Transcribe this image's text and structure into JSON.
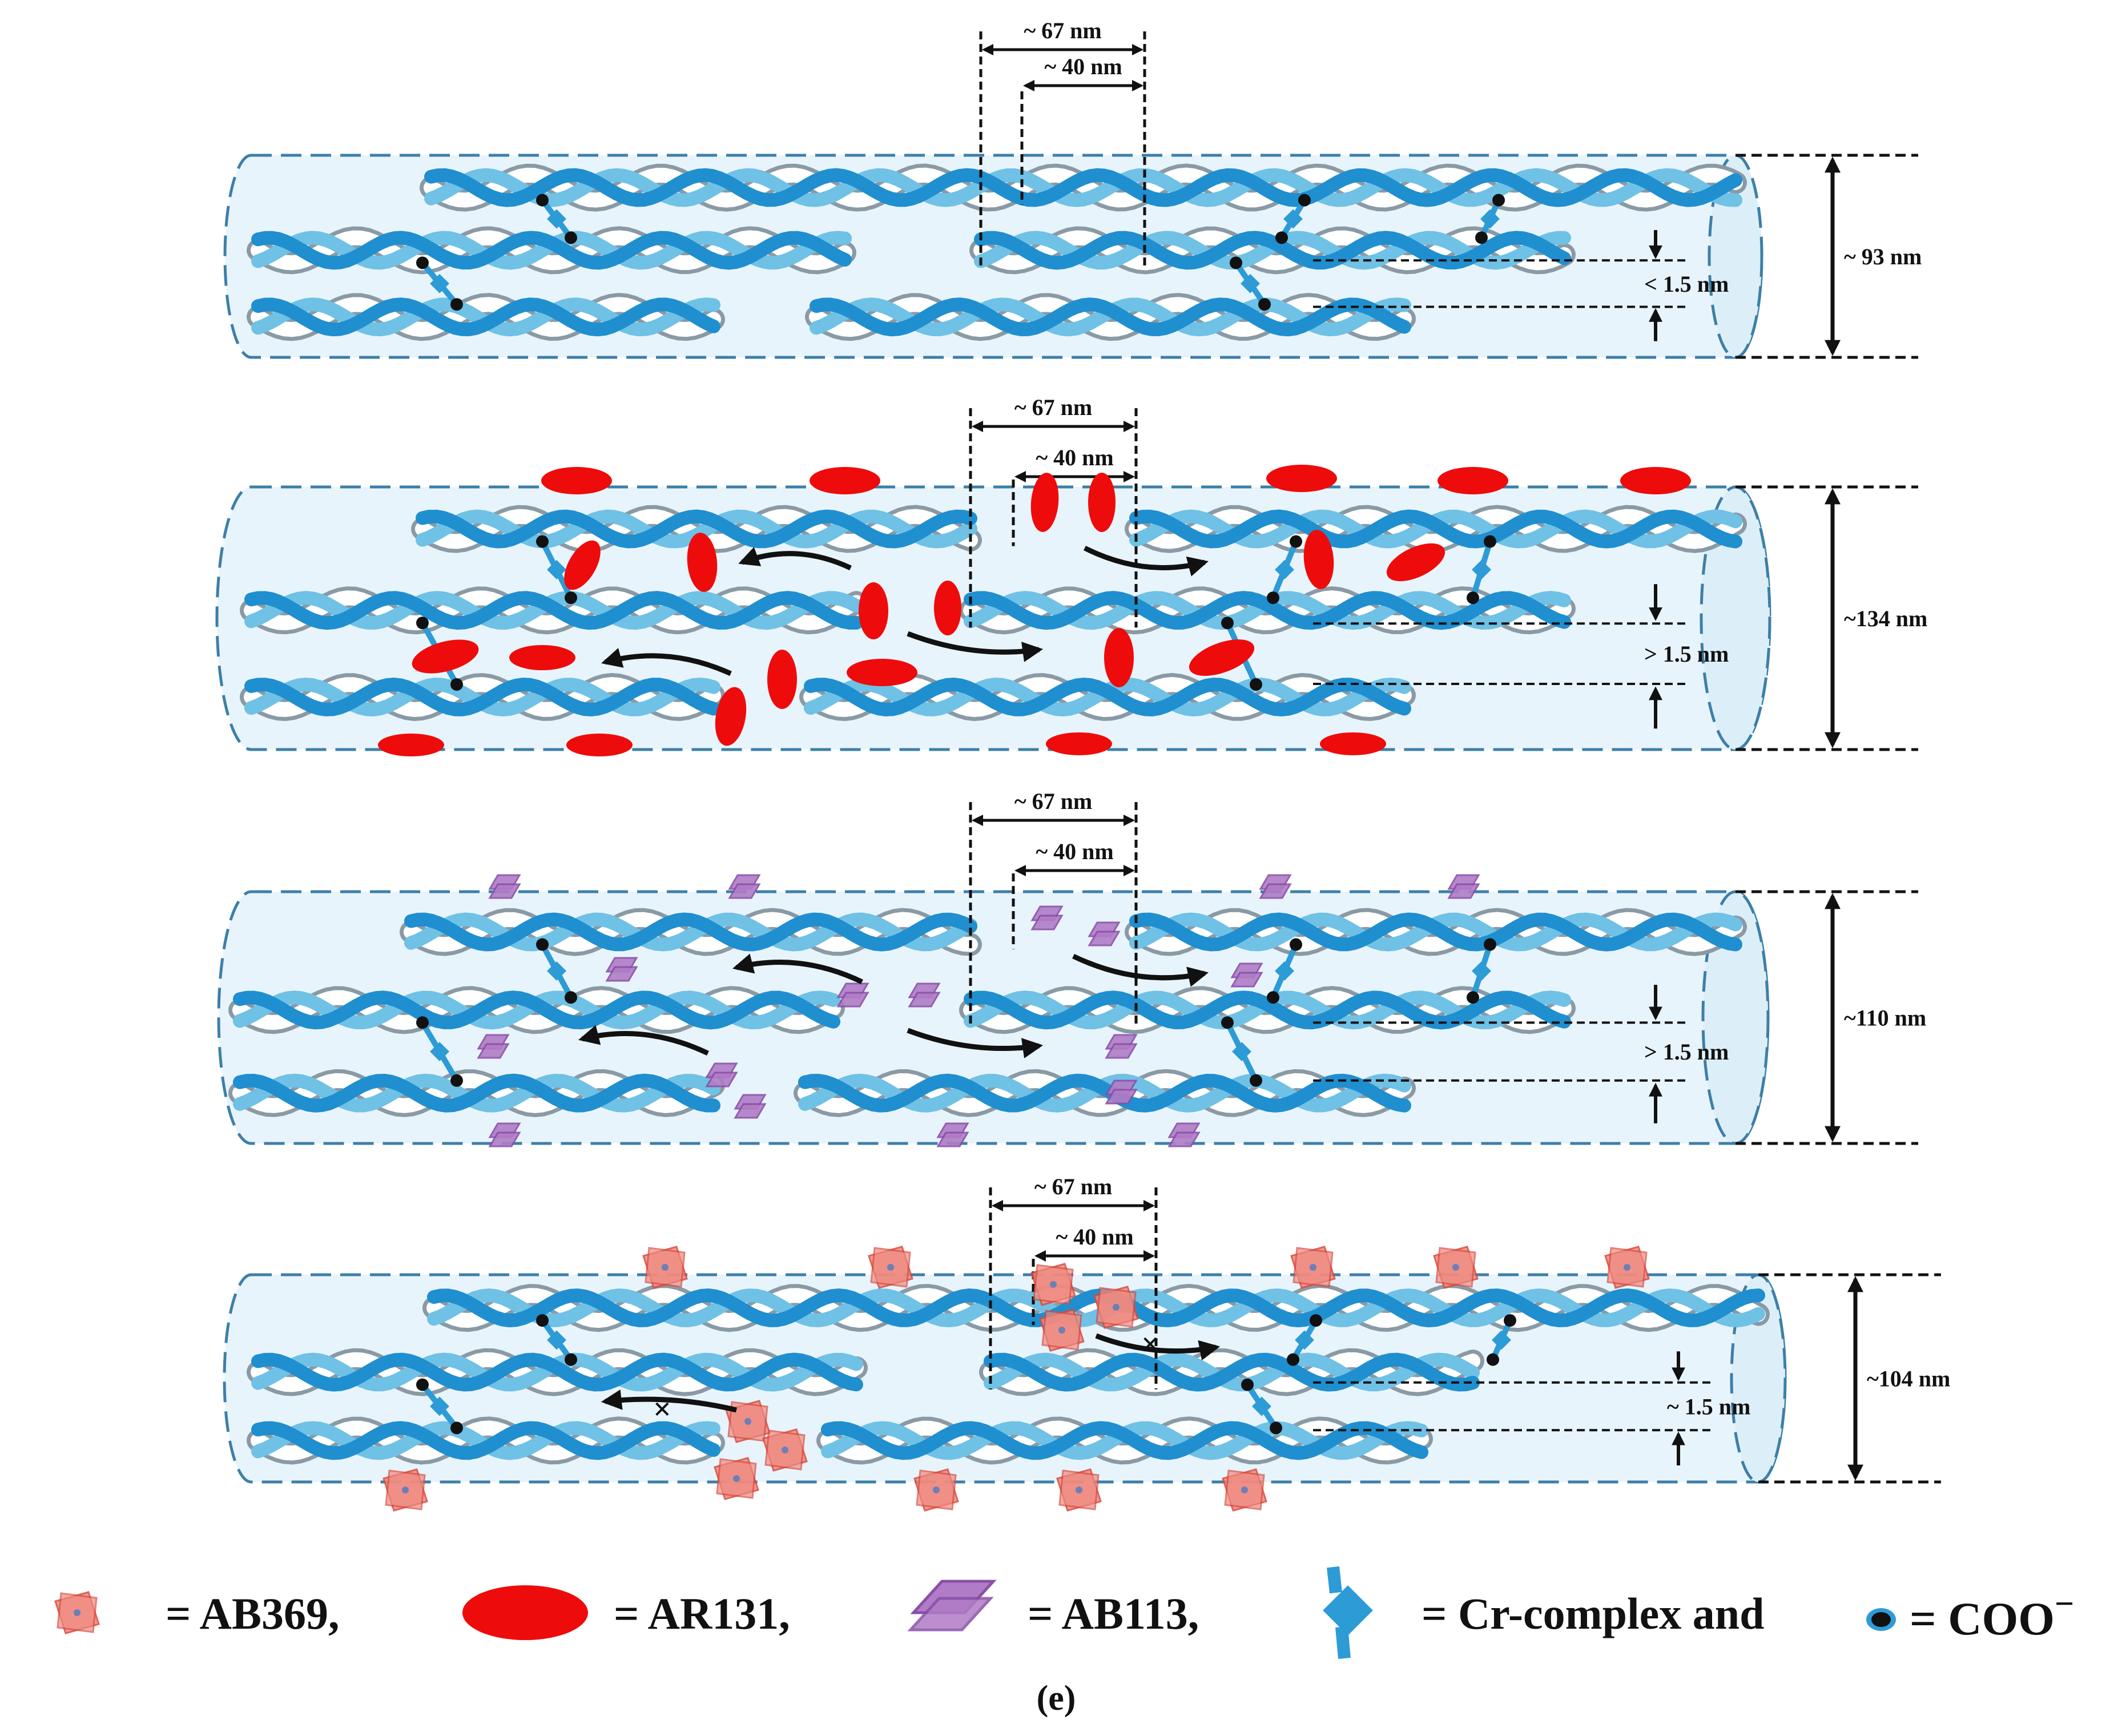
{
  "panels": [
    {
      "id": "native",
      "period": "~ 67 nm",
      "gap": "~ 40 nm",
      "diameter": "~ 93 nm",
      "spacing": "< 1.5 nm",
      "dye": "none"
    },
    {
      "id": "ar131",
      "period": "~ 67 nm",
      "gap": "~ 40 nm",
      "diameter": "~134 nm",
      "spacing": "> 1.5 nm",
      "dye": "AR131"
    },
    {
      "id": "ab113",
      "period": "~ 67 nm",
      "gap": "~ 40 nm",
      "diameter": "~110 nm",
      "spacing": "> 1.5 nm",
      "dye": "AB113"
    },
    {
      "id": "ab369",
      "period": "~ 67 nm",
      "gap": "~ 40 nm",
      "diameter": "~104 nm",
      "spacing": "~ 1.5 nm",
      "dye": "AB369"
    }
  ],
  "legend": {
    "ab369": "= AB369,",
    "ar131": "= AR131,",
    "ab113": "= AB113,",
    "cr": "= Cr-complex and",
    "coo": "= COO",
    "coo_sup": "−"
  },
  "caption": "(e)",
  "colors": {
    "tube_fill": "#e8f4fb",
    "tube_edge": "#3d7fa8",
    "strand_dark": "#1f8fd0",
    "strand_light": "#6fc1e6",
    "strand_white": "#ffffff",
    "ar131": "#ee0b0b",
    "ab113": "#b07cc6",
    "ab369": "#f08a80",
    "cr_complex": "#2d9bd6",
    "coo": "#111111"
  }
}
